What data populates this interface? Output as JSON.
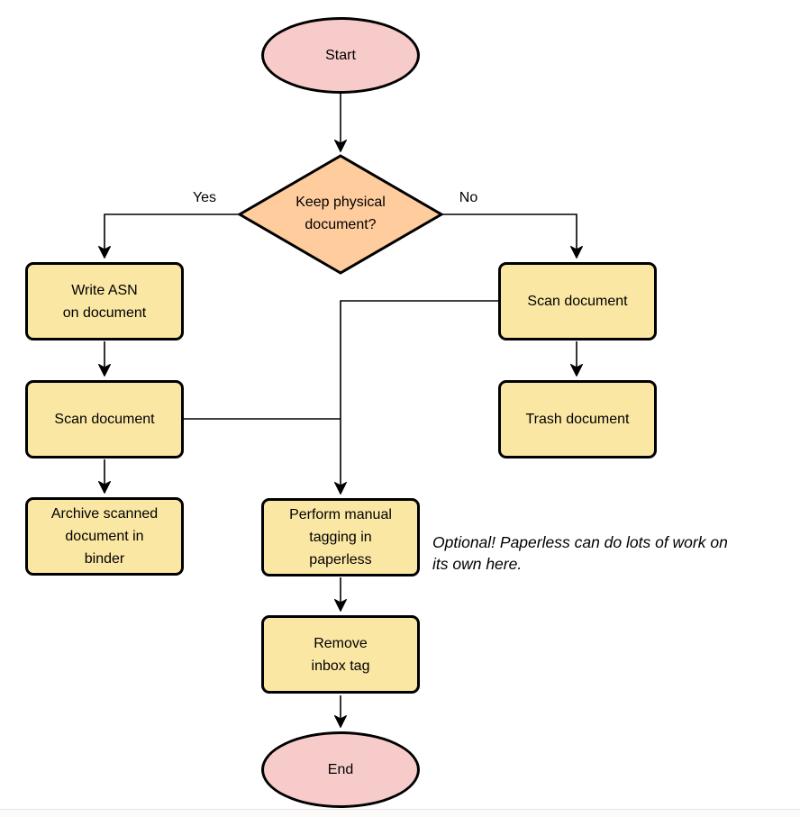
{
  "colors": {
    "terminator_fill": "#f8cbcb",
    "decision_fill": "#ffcc9e",
    "process_fill": "#fbe7a4",
    "stroke": "#000000",
    "canvas_bg": "#ffffff"
  },
  "flowchart": {
    "start": {
      "label": "Start"
    },
    "decision": {
      "label": "Keep physical\ndocument?"
    },
    "branch_yes": {
      "label": "Yes"
    },
    "branch_no": {
      "label": "No"
    },
    "write_asn": {
      "label": "Write ASN\non document"
    },
    "scan_document_left": {
      "label": "Scan document"
    },
    "archive": {
      "label": "Archive scanned\ndocument in\nbinder"
    },
    "scan_document_right": {
      "label": "Scan document"
    },
    "trash": {
      "label": "Trash document"
    },
    "manual_tagging": {
      "label": "Perform manual\ntagging in\npaperless"
    },
    "remove_inbox_tag": {
      "label": "Remove\ninbox tag"
    },
    "end": {
      "label": "End"
    },
    "annotation": {
      "label": "Optional! Paperless can do lots of work on\nits own here."
    }
  }
}
